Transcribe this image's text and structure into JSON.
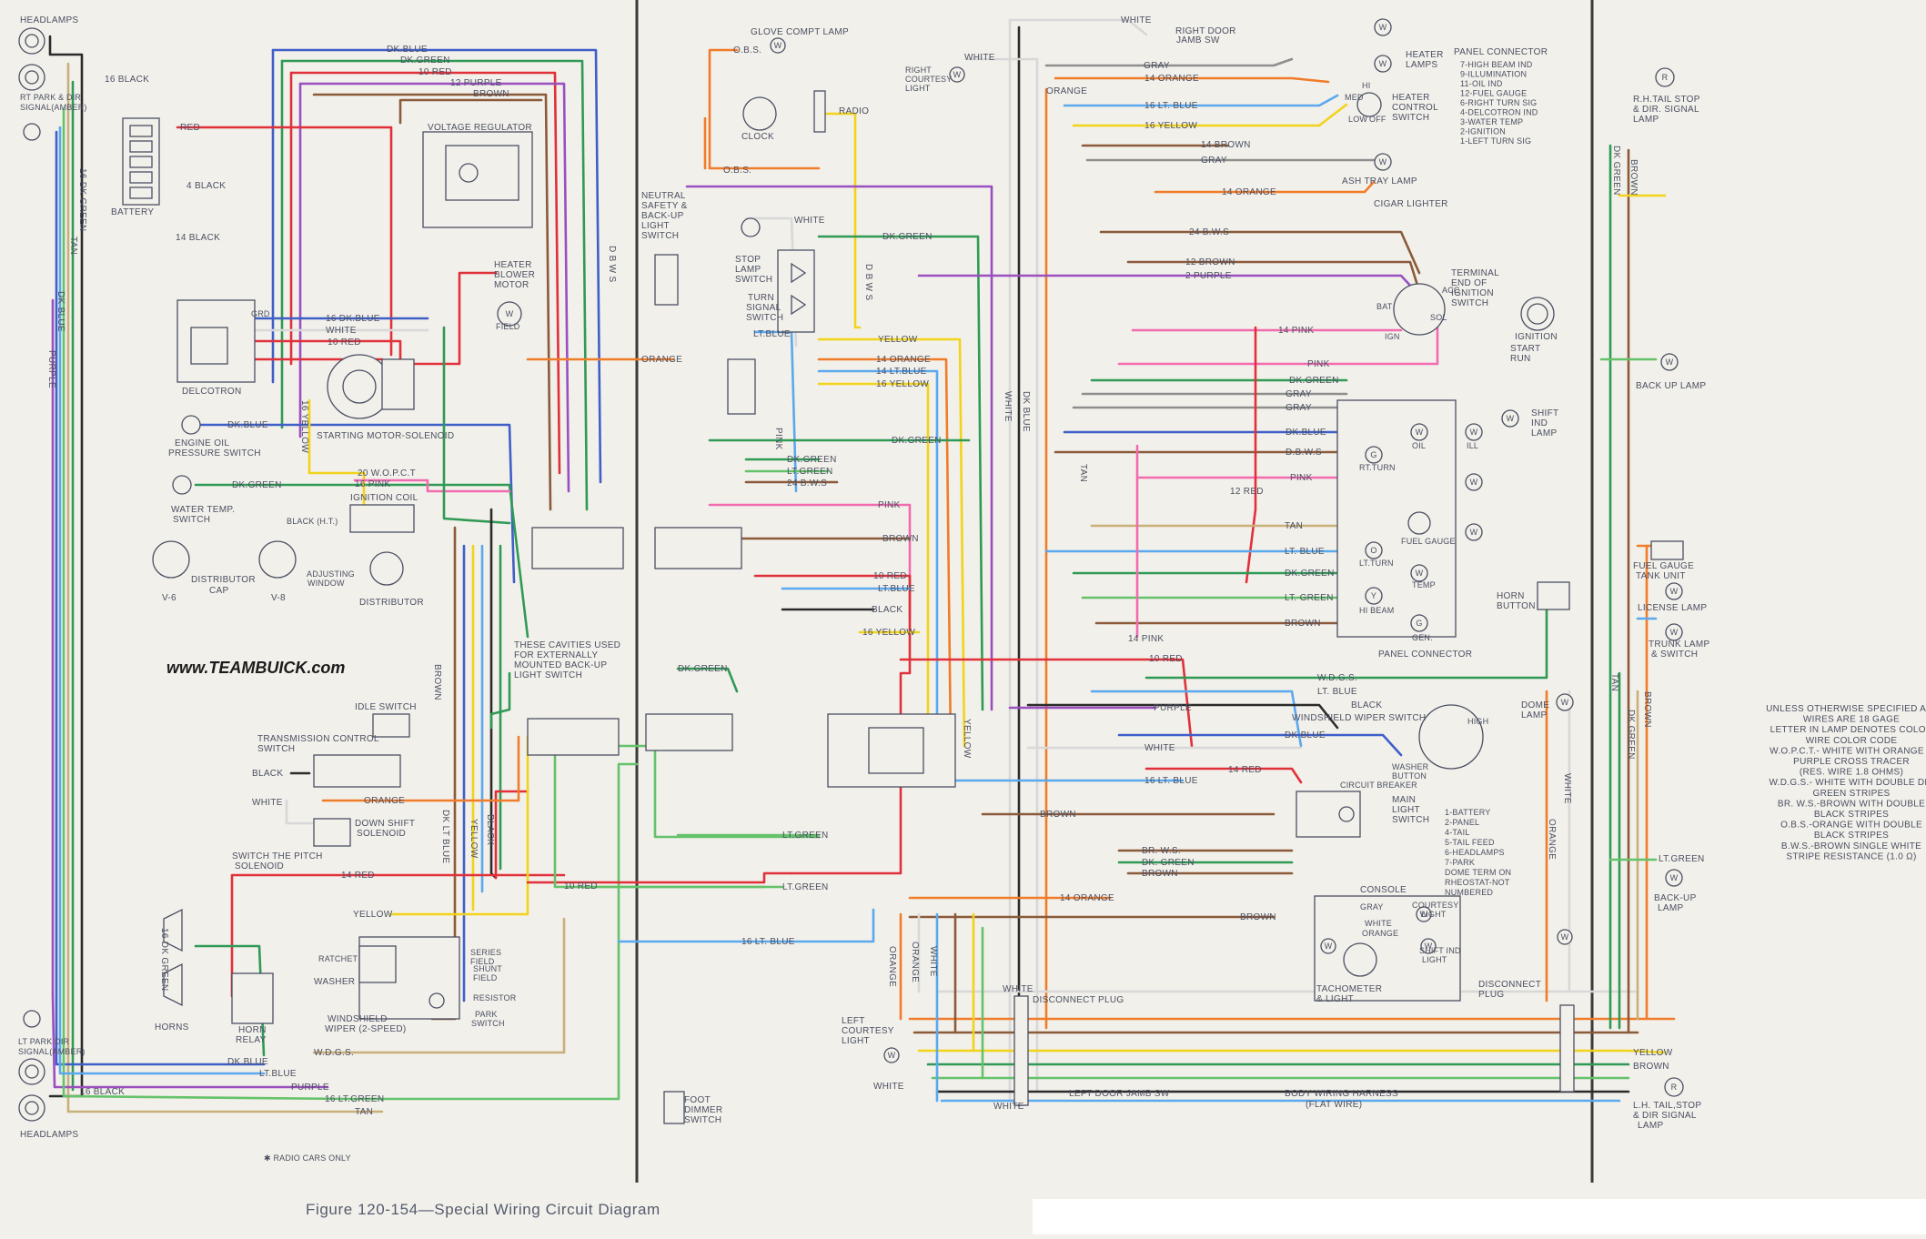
{
  "figure": {
    "caption": "Figure 120-154—Special Wiring Circuit Diagram",
    "watermark": "www.TEAMBUICK.com",
    "radio_note": "✱ RADIO CARS ONLY",
    "background": "#f2f0ea",
    "ink": "#4a4f62"
  },
  "colors": {
    "dk_blue": "#3f5fc8",
    "lt_blue": "#5aa8ee",
    "red": "#e0303a",
    "purple": "#9a4fc0",
    "brown": "#8a5a3a",
    "black": "#2b2b2b",
    "white": "#d8d8d8",
    "orange": "#f07c2a",
    "yellow": "#f2d31c",
    "dk_green": "#2f9a55",
    "lt_green": "#64c26a",
    "pink": "#f26ab0",
    "gray": "#8e8e8e",
    "tan": "#c9b07a"
  },
  "components": {
    "headlamps_top": "HEADLAMPS",
    "rt_park": "RT PARK & DIR",
    "rt_park_2": "SIGNAL(AMBER)",
    "battery": "BATTERY",
    "voltage_regulator": "VOLTAGE REGULATOR",
    "heater_blower": "HEATER",
    "heater_blower_2": "BLOWER",
    "heater_blower_3": "MOTOR",
    "field": "FIELD",
    "delcotron": "DELCOTRON",
    "starting_motor": "STARTING MOTOR-SOLENOID",
    "oil_switch": "ENGINE OIL",
    "oil_switch_2": "PRESSURE SWITCH",
    "water_temp": "WATER TEMP.",
    "water_temp_2": "SWITCH",
    "ignition_coil": "IGNITION COIL",
    "dist_cap": "DISTRIBUTOR",
    "dist_cap_2": "CAP",
    "v6": "V-6",
    "v8": "V-8",
    "adj_window": "ADJUSTING",
    "adj_window_2": "WINDOW",
    "distributor": "DISTRIBUTOR",
    "black_ht": "BLACK (H.T.)",
    "cavities_note_1": "THESE CAVITIES USED",
    "cavities_note_2": "FOR EXTERNALLY",
    "cavities_note_3": "MOUNTED BACK-UP",
    "cavities_note_4": "LIGHT SWITCH",
    "idle_switch": "IDLE SWITCH",
    "trans_control": "TRANSMISSION CONTROL",
    "trans_control_2": "SWITCH",
    "down_shift": "DOWN SHIFT",
    "down_shift_2": "SOLENOID",
    "pitch_sol": "SWITCH THE PITCH",
    "pitch_sol_2": "SOLENOID",
    "horns": "HORNS",
    "horn_relay": "HORN",
    "horn_relay_2": "RELAY",
    "ratchet": "RATCHET",
    "washer": "WASHER",
    "wiper": "WINDSHIELD",
    "wiper_2": "WIPER (2-SPEED)",
    "series_field": "SERIES",
    "series_field_2": "FIELD",
    "shunt_field": "SHUNT",
    "shunt_field_2": "FIELD",
    "resistor": "RESISTOR",
    "park_switch": "PARK",
    "park_switch_2": "SWITCH",
    "lt_park": "LT PARK DIR",
    "lt_park_2": "SIGNAL(AMBER)",
    "headlamps_bottom": "HEADLAMPS",
    "glove_lamp": "GLOVE COMPT LAMP",
    "clock": "CLOCK",
    "radio": "RADIO",
    "rt_courtesy": "RIGHT",
    "rt_courtesy_2": "COURTESY",
    "rt_courtesy_3": "LIGHT",
    "rt_door_jamb": "RIGHT DOOR",
    "rt_door_jamb_2": "JAMB SW",
    "neutral_sw": "NEUTRAL",
    "neutral_sw_2": "SAFETY &",
    "neutral_sw_3": "BACK-UP",
    "neutral_sw_4": "LIGHT",
    "neutral_sw_5": "SWITCH",
    "stop_lamp_sw": "STOP",
    "stop_lamp_sw_2": "LAMP",
    "stop_lamp_sw_3": "SWITCH",
    "turn_sig_sw": "TURN",
    "turn_sig_sw_2": "SIGNAL",
    "turn_sig_sw_3": "SWITCH",
    "heater_lamps": "HEATER",
    "heater_lamps_2": "LAMPS",
    "heater_ctrl": "HEATER",
    "heater_ctrl_2": "CONTROL",
    "heater_ctrl_3": "SWITCH",
    "ash_tray": "ASH TRAY LAMP",
    "cigar": "CIGAR LIGHTER",
    "ign_switch": "TERMINAL",
    "ign_switch_2": "END OF",
    "ign_switch_3": "IGNITION",
    "ign_switch_4": "SWITCH",
    "ignition": "IGNITION",
    "start": "START",
    "run": "RUN",
    "shift_ind": "SHIFT",
    "shift_ind_2": "IND",
    "shift_ind_3": "LAMP",
    "panel_connector_label": "PANEL CONNECTOR",
    "horn_button": "HORN",
    "horn_button_2": "BUTTON",
    "wiper_switch": "WINDSHIELD WIPER SWITCH",
    "washer_button": "WASHER",
    "washer_button_2": "BUTTON",
    "circuit_breaker": "CIRCUIT BREAKER",
    "main_light": "MAIN",
    "main_light_2": "LIGHT",
    "main_light_3": "SWITCH",
    "console": "CONSOLE",
    "courtesy_light": "COURTESY",
    "courtesy_light_2": "LIGHT",
    "shift_ind_light": "SHIFT IND",
    "shift_ind_light_2": "LIGHT",
    "tachometer": "TACHOMETER",
    "tachometer_2": "& LIGHT",
    "disconnect_plug": "DISCONNECT PLUG",
    "disconnect_plug_r": "DISCONNECT",
    "disconnect_plug_r2": "PLUG",
    "lt_courtesy": "LEFT",
    "lt_courtesy_2": "COURTESY",
    "lt_courtesy_3": "LIGHT",
    "foot_dimmer": "FOOT",
    "foot_dimmer_2": "DIMMER",
    "foot_dimmer_3": "SWITCH",
    "lt_door_jamb": "LEFT DOOR JAMB SW",
    "body_harness": "BODY WIRING HARNESS",
    "body_harness_2": "(FLAT WIRE)",
    "dome_lamp": "DOME",
    "dome_lamp_2": "LAMP",
    "rh_tail": "R.H.TAIL STOP",
    "rh_tail_2": "& DIR. SIGNAL",
    "rh_tail_3": "LAMP",
    "backup_lamp_top": "BACK UP LAMP",
    "fuel_tank": "FUEL GAUGE",
    "fuel_tank_2": "TANK UNIT",
    "license_lamp": "LICENSE LAMP",
    "trunk_lamp": "TRUNK LAMP",
    "trunk_lamp_2": "& SWITCH",
    "backup_lamp_bot": "BACK-UP",
    "backup_lamp_bot_2": "LAMP",
    "lh_tail": "L.H. TAIL,STOP",
    "lh_tail_2": "& DIR SIGNAL",
    "lh_tail_3": "LAMP",
    "panel_bottom": "PANEL CONNECTOR",
    "oil": "OIL",
    "rt_turn": "RT.TURN",
    "lt_turn": "LT.TURN",
    "hi_beam": "HI BEAM",
    "fuel_gauge": "FUEL GAUGE",
    "temp": "TEMP",
    "gen": "GEN.",
    "ill": "ILL",
    "bat": "BAT",
    "acc": "ACC",
    "ign": "IGN",
    "sol": "SOL",
    "grd": "GRD",
    "med": "MED",
    "hi": "HI",
    "low": "LOW",
    "off": "OFF",
    "high": "HIGH",
    "sol_short": "SOL"
  },
  "panel_connector_legend": [
    "7-HIGH BEAM IND",
    "9-ILLUMINATION",
    "11-OIL IND",
    "12-FUEL GAUGE",
    "6-RIGHT TURN SIG",
    "4-DELCOTRON IND",
    "3-WATER TEMP",
    "2-IGNITION",
    "1-LEFT TURN SIG"
  ],
  "main_light_legend": [
    "1-BATTERY",
    "2-PANEL",
    "4-TAIL",
    "5-TAIL FEED",
    "6-HEADLAMPS",
    "7-PARK",
    "DOME TERM ON",
    "RHEOSTAT-NOT",
    "NUMBERED"
  ],
  "notes": [
    "UNLESS OTHERWISE SPECIFIED ALL",
    "WIRES ARE 18 GAGE",
    "LETTER IN LAMP DENOTES COLOR",
    "WIRE COLOR CODE",
    "W.O.P.C.T.- WHITE WITH ORANGE &",
    "PURPLE CROSS TRACER",
    "(RES. WIRE 1.8 OHMS)",
    "W.D.G.S.- WHITE WITH DOUBLE DK.",
    "GREEN STRIPES",
    "BR. W.S.-BROWN WITH DOUBLE",
    "BLACK STRIPES",
    "O.B.S.-ORANGE WITH DOUBLE",
    "BLACK STRIPES",
    "B.W.S.-BROWN SINGLE WHITE",
    "STRIPE RESISTANCE (1.0 Ω)"
  ],
  "wire_labels": {
    "l_dkblue_top": "DK.BLUE",
    "l_dkgreen_top": "DK.GREEN",
    "l_10red": "10 RED",
    "l_12purple": "12 PURPLE",
    "l_brown_top": "BROWN",
    "l_red_batt": "RED",
    "l_4black": "4 BLACK",
    "l_14black": "14 BLACK",
    "l_16black_top": "16 BLACK",
    "l_16dkblue": "16 DK.BLUE",
    "l_white_gen": "WHITE",
    "l_10red_gen": "10 RED",
    "l_dkblue_oil": "DK.BLUE",
    "l_dkgreen_temp": "DK.GREEN",
    "l_20wopct": "20 W.O.P.C.T",
    "l_16pink": "16 PINK",
    "l_orange_mid": "ORANGE",
    "l_black_trans": "BLACK",
    "l_white_trans": "WHITE",
    "l_orange_trans": "ORANGE",
    "l_yellow_wiper": "YELLOW",
    "l_14red": "14 RED",
    "l_10red_b": "10 RED",
    "l_dkblue_bot": "DK.BLUE",
    "l_wdgs_bot": "W.D.G.S.",
    "l_ltblue_bot": "LT.BLUE",
    "l_purple_bot": "PURPLE",
    "l_16ltgreen_bot": "16 LT.GREEN",
    "l_tan_bot": "TAN",
    "l_16black_bot": "16 BLACK",
    "l_obs_glove": "O.B.S.",
    "l_obs_clock": "O.B.S.",
    "l_white_stop": "WHITE",
    "l_ltblue_turn": "LT.BLUE",
    "l_dkgreen_c": "DK.GREEN",
    "l_yellow_c": "YELLOW",
    "l_14orange_c": "14 ORANGE",
    "l_14ltblue_c": "14 LT.BLUE",
    "l_16yellow_c": "16 YELLOW",
    "l_dkgreen_c2": "DK.GREEN",
    "l_dkgreen_c3": "DK.GREEN",
    "l_ltgreen_c": "LT.GREEN",
    "l_24bws": "24 B.W.S",
    "l_pink_c": "PINK",
    "l_brown_c": "BROWN",
    "l_10red_c": "10 RED",
    "l_ltblue_c": "LT.BLUE",
    "l_black_c": "BLACK",
    "l_16yellow_c2": "16 YELLOW",
    "l_dkgreen_c4": "DK.GREEN",
    "l_ltgreen_c2": "LT.GREEN",
    "l_ltgreen_c3": "LT.GREEN",
    "l_16ltblue_c": "16 LT. BLUE",
    "l_white_top": "WHITE",
    "l_white_rc": "WHITE",
    "l_gray_r": "GRAY",
    "l_orange_r": "ORANGE",
    "l_14orange_r": "14 ORANGE",
    "l_16ltblue_r": "16 LT. BLUE",
    "l_16yellow_r": "16 YELLOW",
    "l_14brown_r": "14 BROWN",
    "l_gray_r2": "GRAY",
    "l_14orange_r2": "14 ORANGE",
    "l_24bws_r": "24 B.W.S",
    "l_12brown_r": "12 BROWN",
    "l_2purple_r": "2 PURPLE",
    "l_14pink_r": "14 PINK",
    "l_pink_r": "PINK",
    "l_dkgreen_r": "DK.GREEN",
    "l_gray_r3": "GRAY",
    "l_gray_r4": "GRAY",
    "l_dkblue_r": "DK.BLUE",
    "l_dbws_r": "D.B.W.S",
    "l_pink_r2": "PINK",
    "l_12red_r": "12 RED",
    "l_tan_r": "TAN",
    "l_ltblue_r": "LT. BLUE",
    "l_dkgreen_r2": "DK.GREEN",
    "l_ltgreen_r": "LT. GREEN",
    "l_brown_r": "BROWN",
    "l_14pink_r2": "14 PINK",
    "l_10red_r": "10 RED",
    "l_wdgs_r": "W.D.G.S.",
    "l_ltblue_r2": "LT. BLUE",
    "l_black_r": "BLACK",
    "l_purple_r": "PURPLE",
    "l_dkblue_r2": "DK.BLUE",
    "l_white_r": "WHITE",
    "l_14red_r": "14 RED",
    "l_16ltblue_r2": "16 LT. BLUE",
    "l_brown_r2": "BROWN",
    "l_brws_r": "BR. W.S.",
    "l_dkgreen_r3": "DK. GREEN",
    "l_brown_r3": "BROWN",
    "l_14orange_r3": "14 ORANGE",
    "l_brown_r4": "BROWN",
    "l_gray_con": "GRAY",
    "l_white_con": "WHITE",
    "l_orange_con": "ORANGE",
    "l_white_disc": "WHITE",
    "l_white_lc": "WHITE",
    "l_white_ldj": "WHITE",
    "l_ltgreen_back": "LT.GREEN",
    "l_yellow_rr": "YELLOW",
    "l_brown_rr": "BROWN",
    "l_dkgreen_v": "DK GREEN",
    "l_brown_v": "BROWN"
  },
  "vertical_labels": {
    "v_16dkgreen": "16 DK GREEN",
    "v_tan": "TAN",
    "v_dkblue_l": "DK BLUE",
    "v_purple_l": "PURPLE",
    "v_16yellow": "16 YELLOW",
    "v_16dkgreen2": "16 DK GREEN",
    "v_brown_l": "BROWN",
    "v_dkltblue": "DK LT BLUE",
    "v_yellow_l": "YELLOW",
    "v_black_l": "BLACK",
    "v_dkbws": "D B W S",
    "v_white_c": "WHITE",
    "v_dkblue_c": "DK BLUE",
    "v_tan_c": "TAN",
    "v_dbws_c": "D B W S",
    "v_ortr": "ORANGE",
    "v_white_rr": "WHITE",
    "v_orange_rr": "ORANGE",
    "v_brown_rr": "BROWN",
    "v_dkgreen_rr": "DK GREEN",
    "v_tan_rr": "TAN",
    "v_pink_c": "PINK",
    "v_yellow_c": "YELLOW",
    "v_orange_c": "ORANGE",
    "v_white_c2": "WHITE"
  },
  "lamp_letters": [
    "W",
    "R",
    "G",
    "O",
    "Y"
  ]
}
